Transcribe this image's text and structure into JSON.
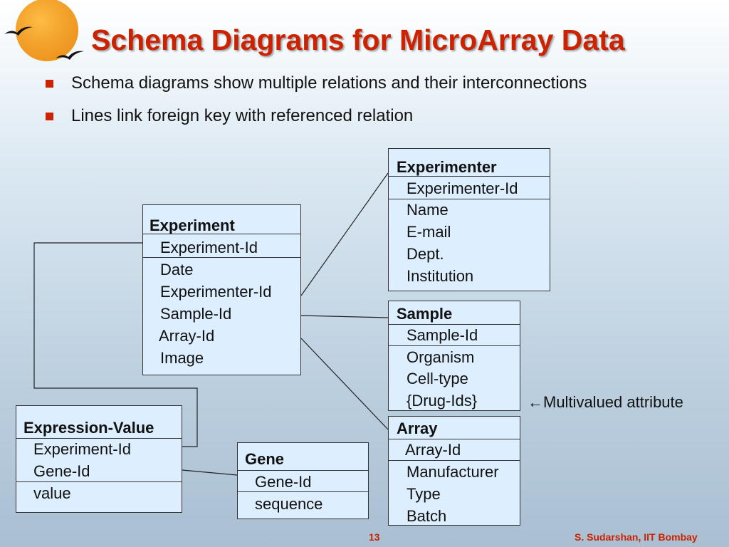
{
  "slide": {
    "title": "Schema Diagrams for MicroArray Data",
    "bullets": [
      "Schema diagrams show multiple relations and their interconnections",
      "Lines link foreign key with  referenced relation"
    ],
    "page_number": "13",
    "footer": "S. Sudarshan, IIT Bombay",
    "accent_color": "#cc2200",
    "logo_icon": "sun-with-birds-icon"
  },
  "tables": {
    "experimenter": {
      "name": "Experimenter",
      "attrs": [
        "Experimenter-Id",
        "Name",
        "E-mail",
        "Dept.",
        "Institution"
      ]
    },
    "experiment": {
      "name": "Experiment",
      "attrs": [
        "Experiment-Id",
        "Date",
        "Experimenter-Id",
        "Sample-Id",
        "Array-Id",
        "Image"
      ]
    },
    "sample": {
      "name": "Sample",
      "attrs": [
        "Sample-Id",
        "Organism",
        "Cell-type",
        "{Drug-Ids}"
      ]
    },
    "array": {
      "name": "Array",
      "attrs": [
        "Array-Id",
        "Manufacturer",
        "Type",
        "Batch"
      ]
    },
    "expression_value": {
      "name": "Expression-Value",
      "attrs": [
        "Experiment-Id",
        "Gene-Id",
        "value"
      ]
    },
    "gene": {
      "name": "Gene",
      "attrs": [
        "Gene-Id",
        "sequence"
      ]
    }
  },
  "annotation": {
    "arrow": "←",
    "text": "Multivalued attribute"
  }
}
